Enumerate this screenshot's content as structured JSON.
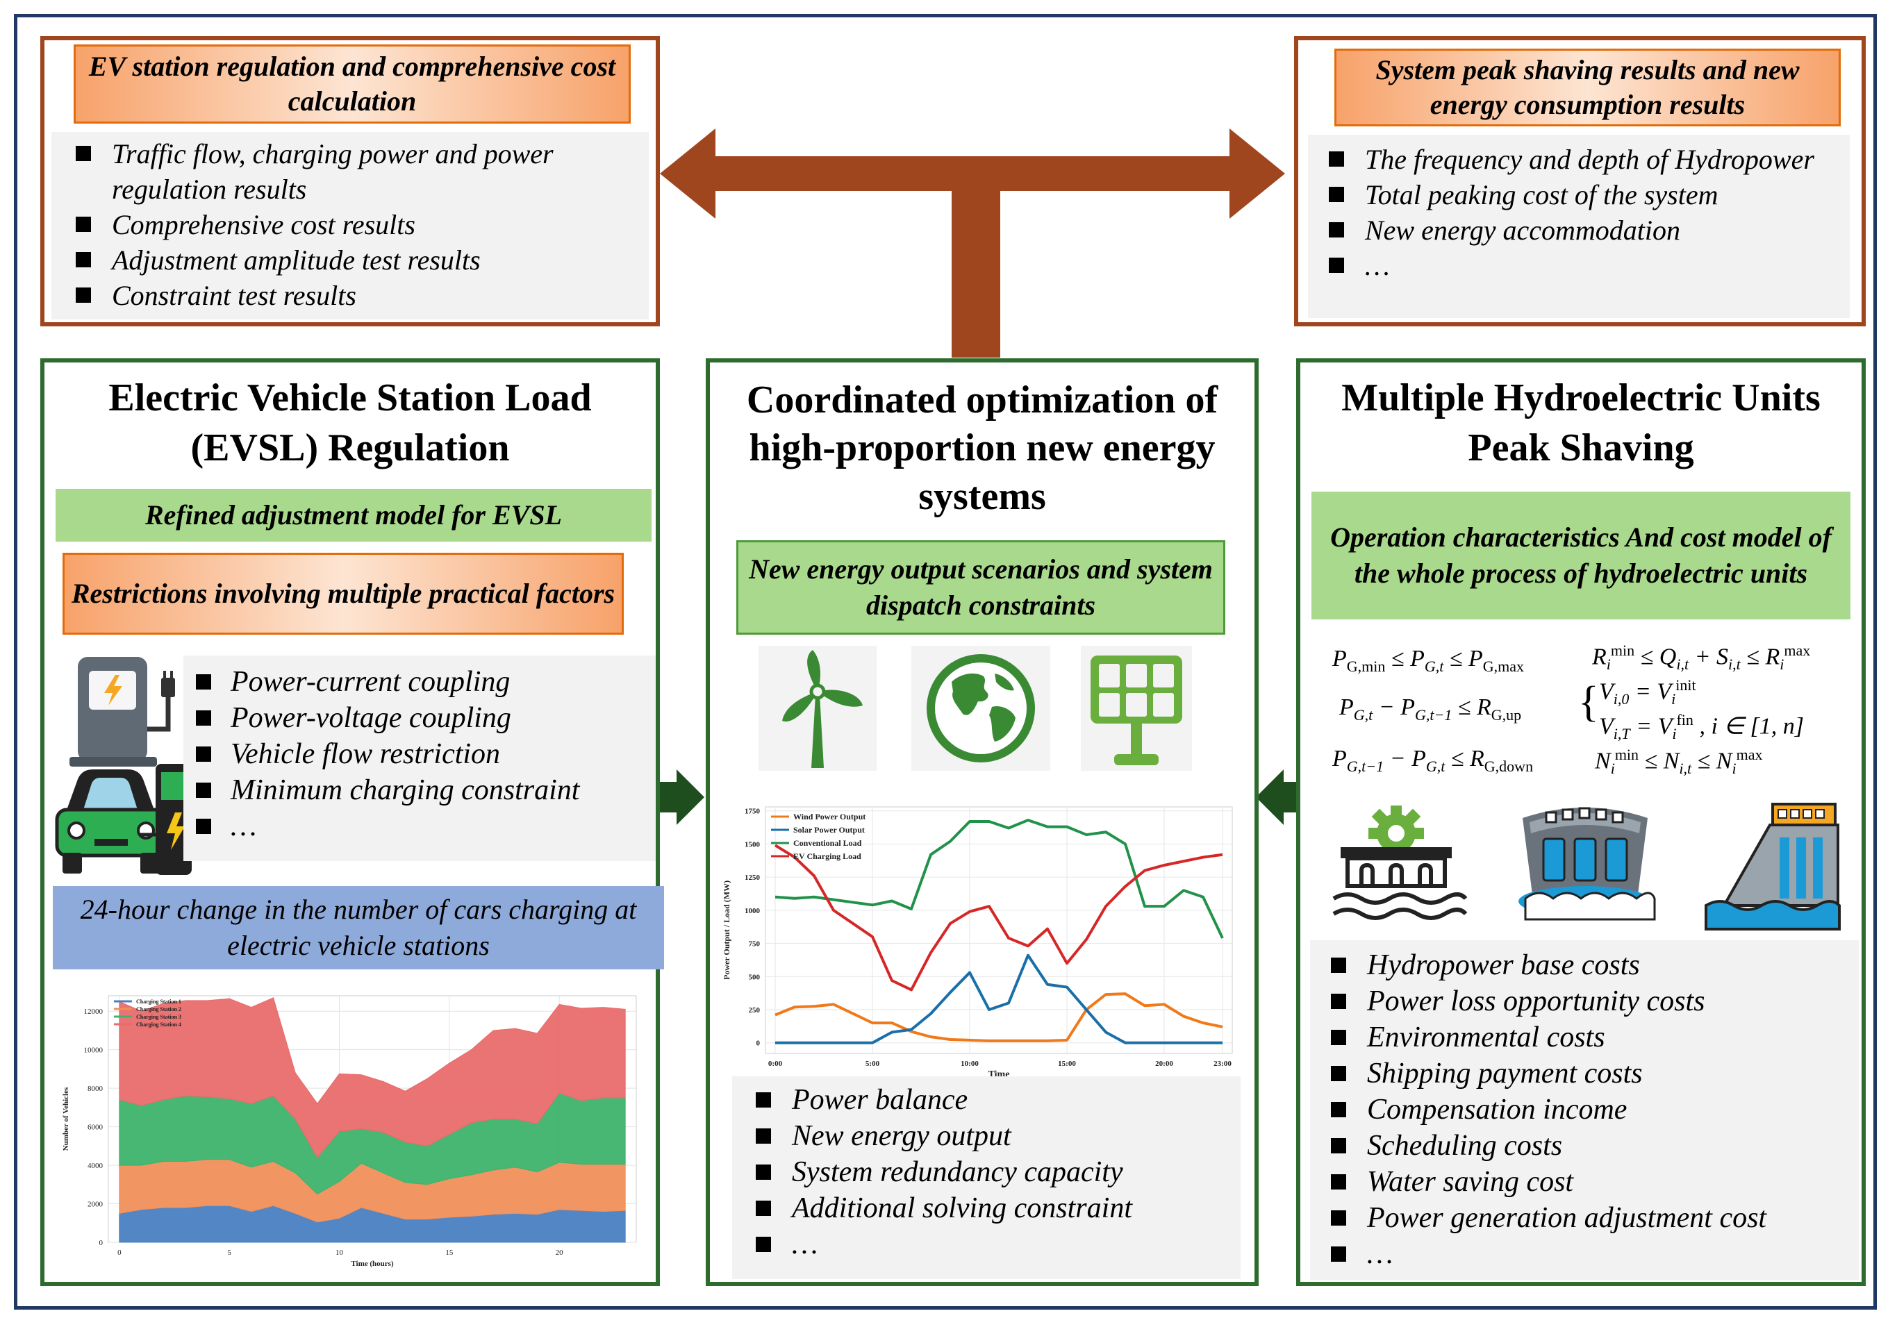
{
  "top_left": {
    "header": "EV station regulation and comprehensive cost calculation",
    "items": [
      "Traffic flow, charging power and power regulation results",
      "Comprehensive cost results",
      "Adjustment amplitude test results",
      "Constraint test results"
    ]
  },
  "top_right": {
    "header": "System peak shaving results and new energy consumption results",
    "items": [
      "The frequency and depth of Hydropower",
      "Total peaking cost of the system",
      "New energy accommodation",
      "…"
    ]
  },
  "left": {
    "title": "Electric Vehicle Station Load (EVSL) Regulation",
    "green_header": "Refined adjustment model for EVSL",
    "orange_header": "Restrictions involving multiple practical factors",
    "items": [
      "Power-current coupling",
      "Power-voltage coupling",
      "Vehicle flow restriction",
      "Minimum charging constraint",
      "…"
    ],
    "blue_header": "24-hour change in the number of cars charging at electric vehicle stations"
  },
  "center": {
    "title": "Coordinated optimization of high-proportion new energy systems",
    "green_header": "New energy output scenarios and system dispatch constraints",
    "items": [
      "Power balance",
      "New energy output",
      "System redundancy capacity",
      "Additional solving constraint",
      "…"
    ]
  },
  "right": {
    "title": "Multiple Hydroelectric Units Peak Shaving",
    "green_header": "Operation characteristics And cost model of the whole process of hydroelectric units",
    "items": [
      "Hydropower base costs",
      "Power loss opportunity costs",
      "Environmental costs",
      "Shipping payment costs",
      "Compensation income",
      "Scheduling costs",
      "Water saving cost",
      "Power generation adjustment cost",
      "…"
    ]
  },
  "icons": {
    "ev_charger": "ev-charger-icon",
    "ev_car": "electric-car-icon",
    "wind": "wind-turbine-icon",
    "globe": "globe-icon",
    "solar": "solar-panel-icon",
    "hydro1": "hydro-plant-gear-icon",
    "hydro2": "dam-icon",
    "hydro3": "hydro-dam-spillway-icon"
  },
  "colors": {
    "frame": "#1f3864",
    "brown": "#a0461e",
    "green_border": "#2e6b2e",
    "arrow_green": "#1e4d1e"
  },
  "chart_data": [
    {
      "type": "area",
      "stacked": true,
      "x": [
        0,
        1,
        2,
        3,
        4,
        5,
        6,
        7,
        8,
        9,
        10,
        11,
        12,
        13,
        14,
        15,
        16,
        17,
        18,
        19,
        20,
        21,
        22,
        23
      ],
      "series": [
        {
          "name": "Charging Station 1",
          "color": "#4a7fc1",
          "values": [
            1500,
            1700,
            1800,
            1800,
            1900,
            1900,
            1600,
            1900,
            1500,
            1050,
            1250,
            1800,
            1500,
            1200,
            1200,
            1300,
            1350,
            1450,
            1500,
            1450,
            1700,
            1650,
            1600,
            1650
          ]
        },
        {
          "name": "Charging Station 2",
          "color": "#f0905a",
          "values": [
            2500,
            2300,
            2400,
            2400,
            2400,
            2400,
            2300,
            2300,
            2100,
            1450,
            1900,
            2300,
            2100,
            1900,
            1800,
            2000,
            2150,
            2300,
            2400,
            2200,
            2450,
            2400,
            2450,
            2400
          ]
        },
        {
          "name": "Charging Station 3",
          "color": "#3db36b",
          "values": [
            3400,
            3100,
            3200,
            3400,
            3250,
            3150,
            3300,
            3400,
            2800,
            1900,
            2600,
            1800,
            2100,
            2100,
            2000,
            2300,
            2700,
            2650,
            2500,
            2500,
            3600,
            3300,
            3450,
            3450
          ]
        },
        {
          "name": "Charging Station 4",
          "color": "#e96b6b",
          "values": [
            5100,
            4900,
            5000,
            4950,
            5000,
            5200,
            5000,
            5100,
            2400,
            2800,
            3000,
            2800,
            2650,
            2650,
            3500,
            3700,
            3800,
            4600,
            4700,
            4700,
            4600,
            4800,
            4700,
            4600
          ]
        }
      ],
      "xlabel": "Time (hours)",
      "ylabel": "Number of Vehicles",
      "xticks": [
        0,
        5,
        10,
        15,
        20
      ],
      "yticks": [
        0,
        2000,
        4000,
        6000,
        8000,
        10000,
        12000
      ],
      "xlim": [
        -0.5,
        23.5
      ],
      "ylim": [
        0,
        12800
      ],
      "grid": true,
      "legend": "top-left"
    },
    {
      "type": "line",
      "x": [
        0,
        1,
        2,
        3,
        4,
        5,
        6,
        7,
        8,
        9,
        10,
        11,
        12,
        13,
        14,
        15,
        16,
        17,
        18,
        19,
        20,
        21,
        22,
        23
      ],
      "series": [
        {
          "name": "Wind Power Output",
          "color": "#f07a1a",
          "values": [
            210,
            270,
            275,
            290,
            220,
            150,
            150,
            85,
            45,
            25,
            20,
            15,
            15,
            15,
            15,
            20,
            250,
            365,
            370,
            280,
            290,
            200,
            150,
            120
          ]
        },
        {
          "name": "Solar Power Output",
          "color": "#1a6fa8",
          "values": [
            0,
            0,
            0,
            0,
            0,
            0,
            80,
            100,
            220,
            380,
            530,
            250,
            300,
            660,
            440,
            420,
            250,
            80,
            0,
            0,
            0,
            0,
            0,
            0
          ]
        },
        {
          "name": "Conventional Load",
          "color": "#21924a",
          "values": [
            1100,
            1090,
            1100,
            1080,
            1060,
            1040,
            1070,
            1010,
            1420,
            1520,
            1670,
            1670,
            1620,
            1680,
            1630,
            1630,
            1570,
            1590,
            1500,
            1030,
            1030,
            1150,
            1100,
            790
          ]
        },
        {
          "name": "EV Charging Load",
          "color": "#d62728",
          "values": [
            1490,
            1400,
            1260,
            1000,
            900,
            800,
            470,
            400,
            680,
            900,
            990,
            1030,
            790,
            730,
            860,
            600,
            780,
            1030,
            1180,
            1300,
            1340,
            1370,
            1400,
            1420
          ]
        }
      ],
      "xlabel": "Time",
      "ylabel": "Power Output / Load (MW)",
      "xtick_labels": [
        "0:00",
        "5:00",
        "10:00",
        "15:00",
        "20:00",
        "23:00"
      ],
      "xtick_values": [
        0,
        5,
        10,
        15,
        20,
        23
      ],
      "yticks": [
        0,
        250,
        500,
        750,
        1000,
        1250,
        1500,
        1750
      ],
      "xlim": [
        -0.5,
        23.5
      ],
      "ylim": [
        -80,
        1780
      ],
      "grid": true,
      "legend": "top-left"
    }
  ]
}
